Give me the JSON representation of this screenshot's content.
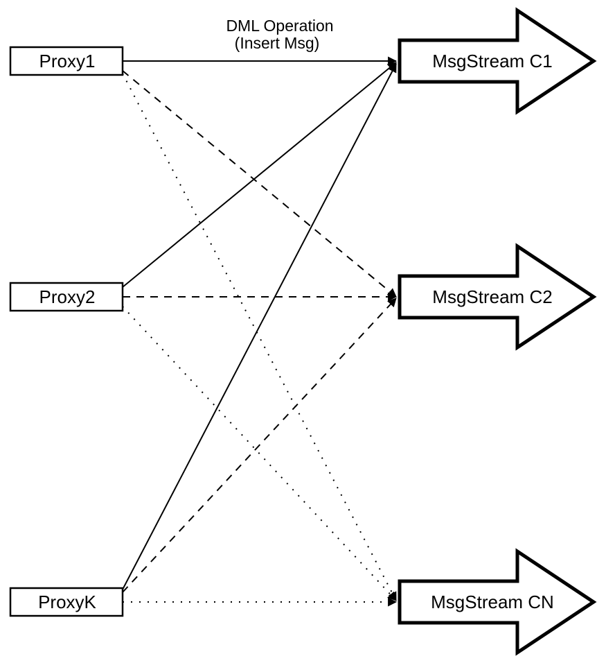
{
  "diagram": {
    "title": {
      "line1": "DML Operation",
      "line2": "(Insert Msg)"
    },
    "colors": {
      "stroke": "#000000",
      "fill": "#ffffff",
      "background": "#ffffff"
    },
    "proxies": [
      {
        "label": "Proxy1"
      },
      {
        "label": "Proxy2"
      },
      {
        "label": "ProxyK"
      }
    ],
    "streams": [
      {
        "label": "MsgStream C1",
        "incoming_line_style": "solid"
      },
      {
        "label": "MsgStream C2",
        "incoming_line_style": "dashed"
      },
      {
        "label": "MsgStream CN",
        "incoming_line_style": "dotted"
      }
    ],
    "edges": [
      {
        "from": "Proxy1",
        "to": "MsgStream C1",
        "style": "solid"
      },
      {
        "from": "Proxy1",
        "to": "MsgStream C2",
        "style": "dashed"
      },
      {
        "from": "Proxy1",
        "to": "MsgStream CN",
        "style": "dotted"
      },
      {
        "from": "Proxy2",
        "to": "MsgStream C1",
        "style": "solid"
      },
      {
        "from": "Proxy2",
        "to": "MsgStream C2",
        "style": "dashed"
      },
      {
        "from": "Proxy2",
        "to": "MsgStream CN",
        "style": "dotted"
      },
      {
        "from": "ProxyK",
        "to": "MsgStream C1",
        "style": "solid"
      },
      {
        "from": "ProxyK",
        "to": "MsgStream C2",
        "style": "dashed"
      },
      {
        "from": "ProxyK",
        "to": "MsgStream CN",
        "style": "dotted"
      }
    ]
  }
}
